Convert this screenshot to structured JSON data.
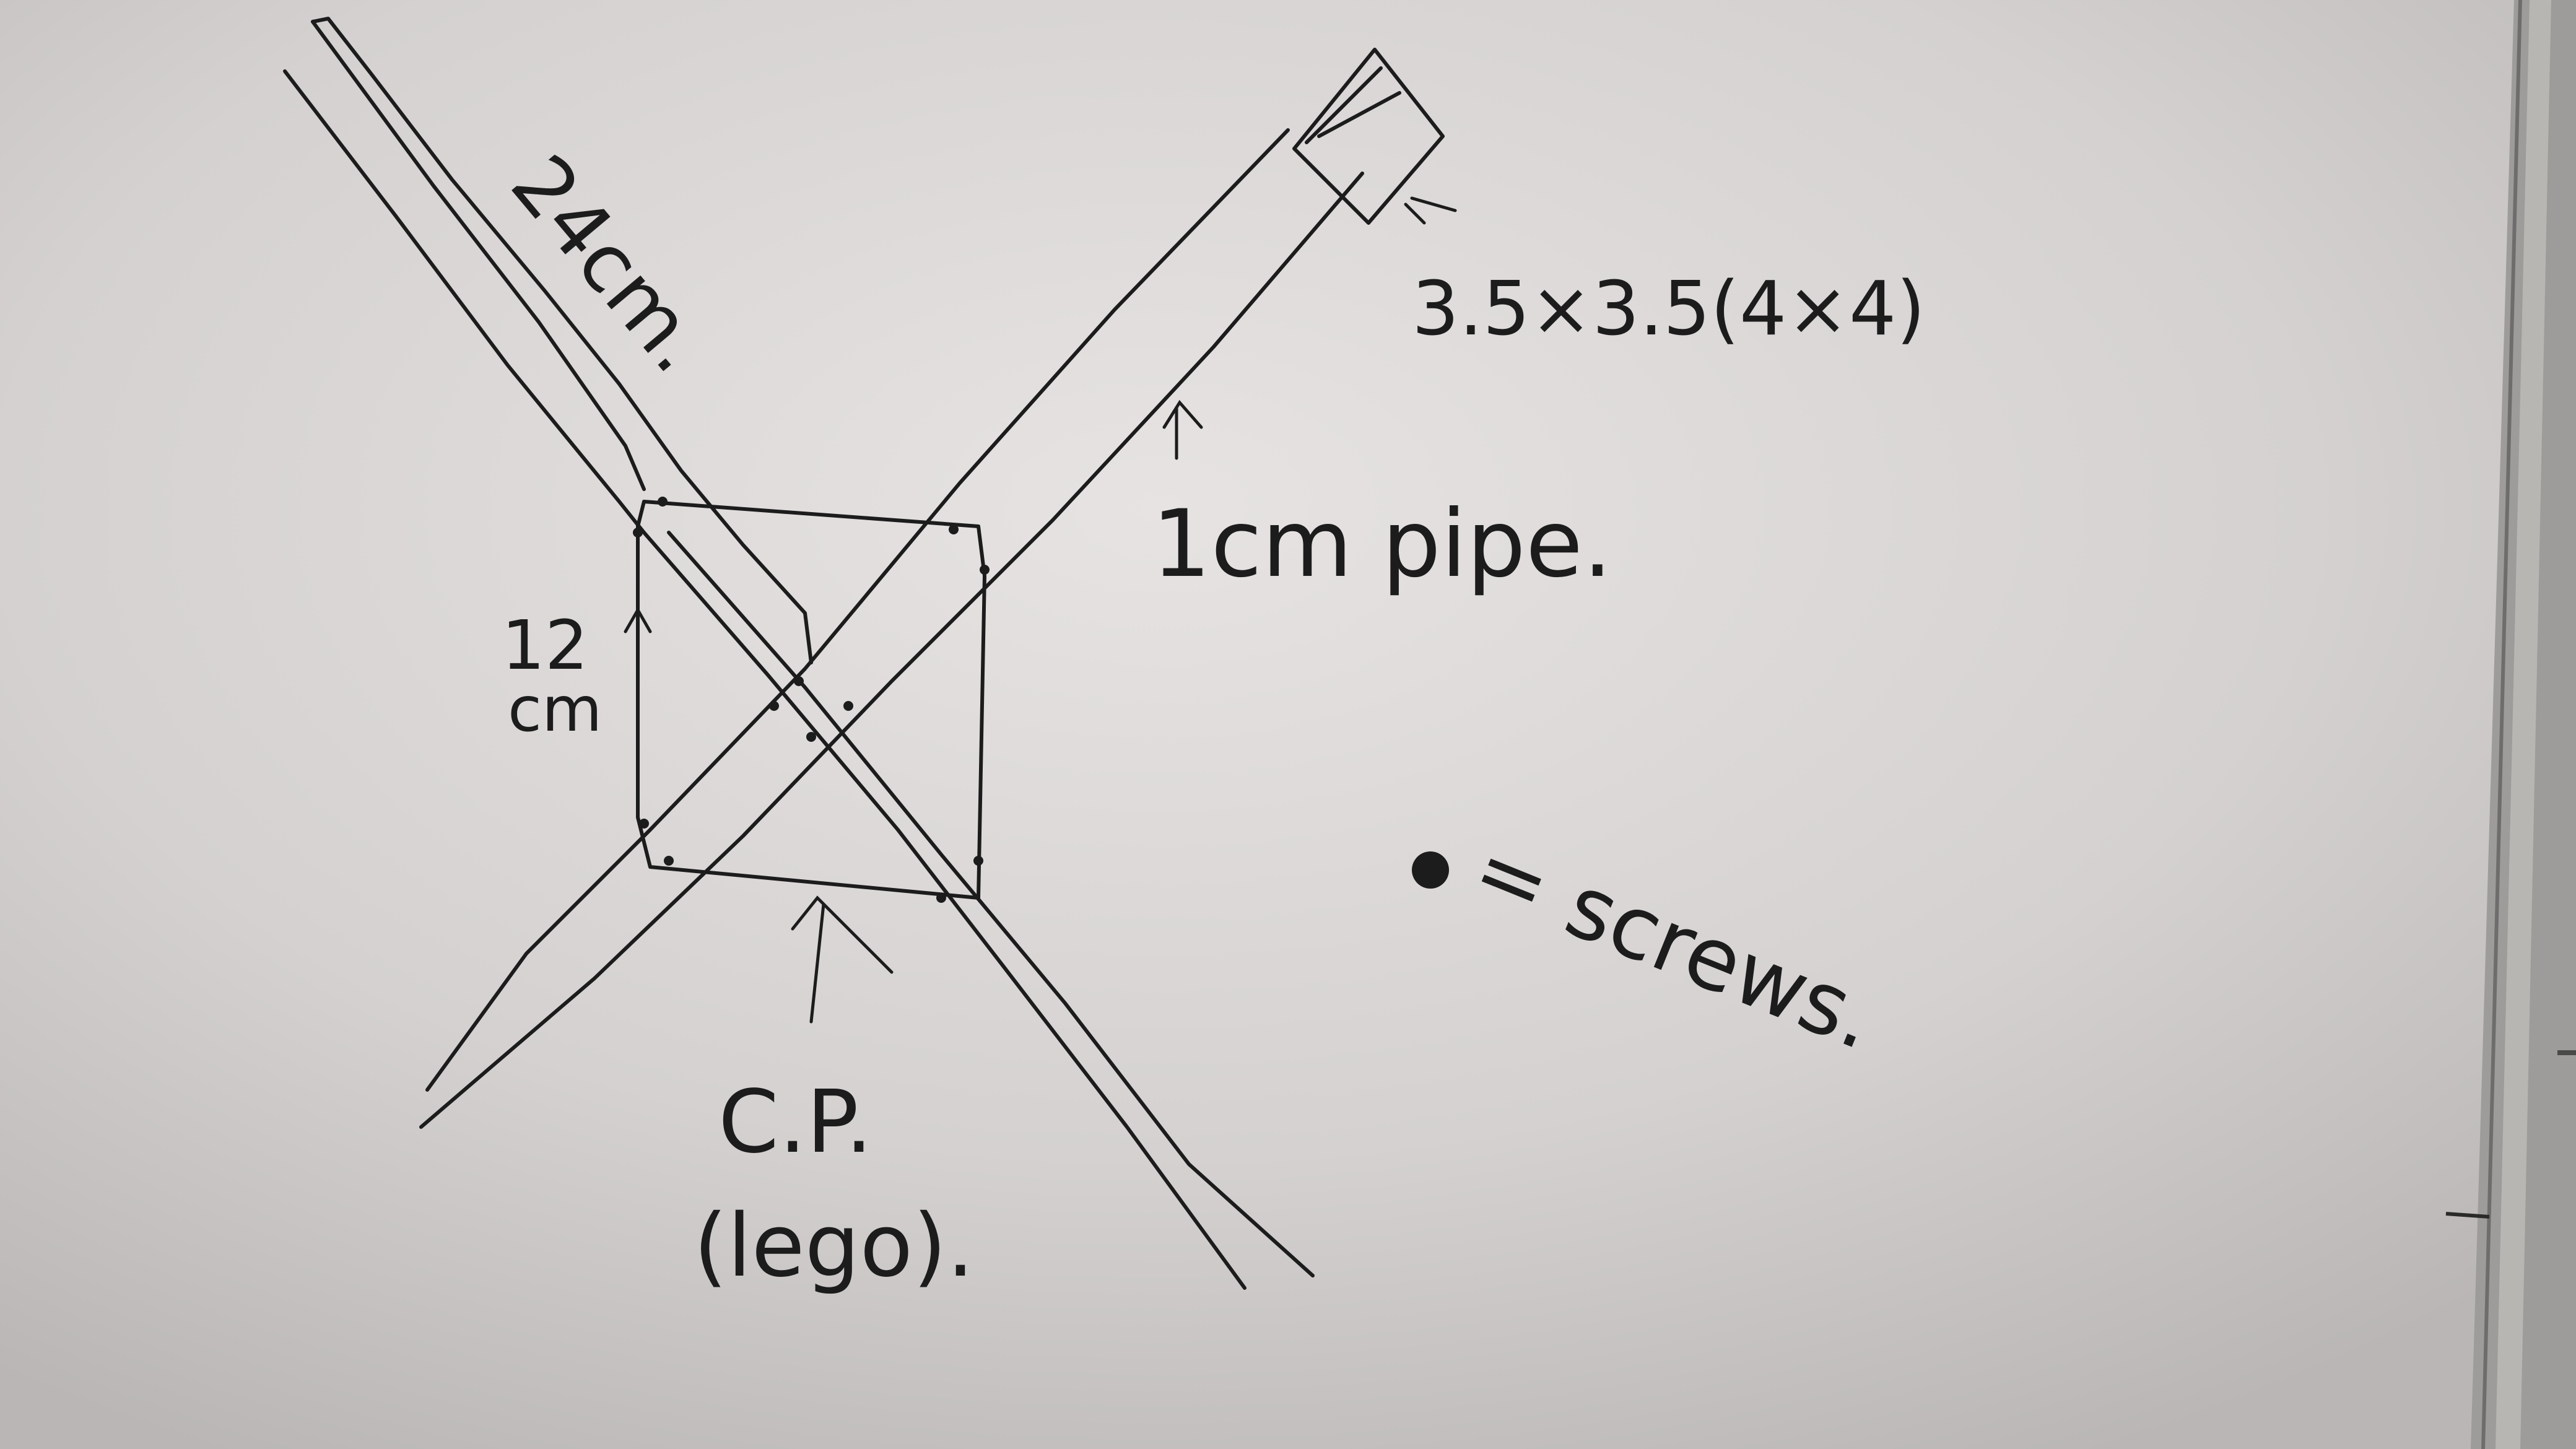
{
  "scene": {
    "background_color": "#cfcccb",
    "ink_color": "#1c1c1c",
    "frame_color": "#9a9a98"
  },
  "labels": {
    "diagonal_length": "24cm.",
    "plate_side_value": "12",
    "plate_side_unit": "cm",
    "square_size": "3.5×3.5(4×4)",
    "pipe": "1cm pipe.",
    "plate_abbrev": "C.P.",
    "plate_material": "(lego).",
    "legend_text": "= screws."
  },
  "legend": {
    "symbol": "filled-dot"
  }
}
